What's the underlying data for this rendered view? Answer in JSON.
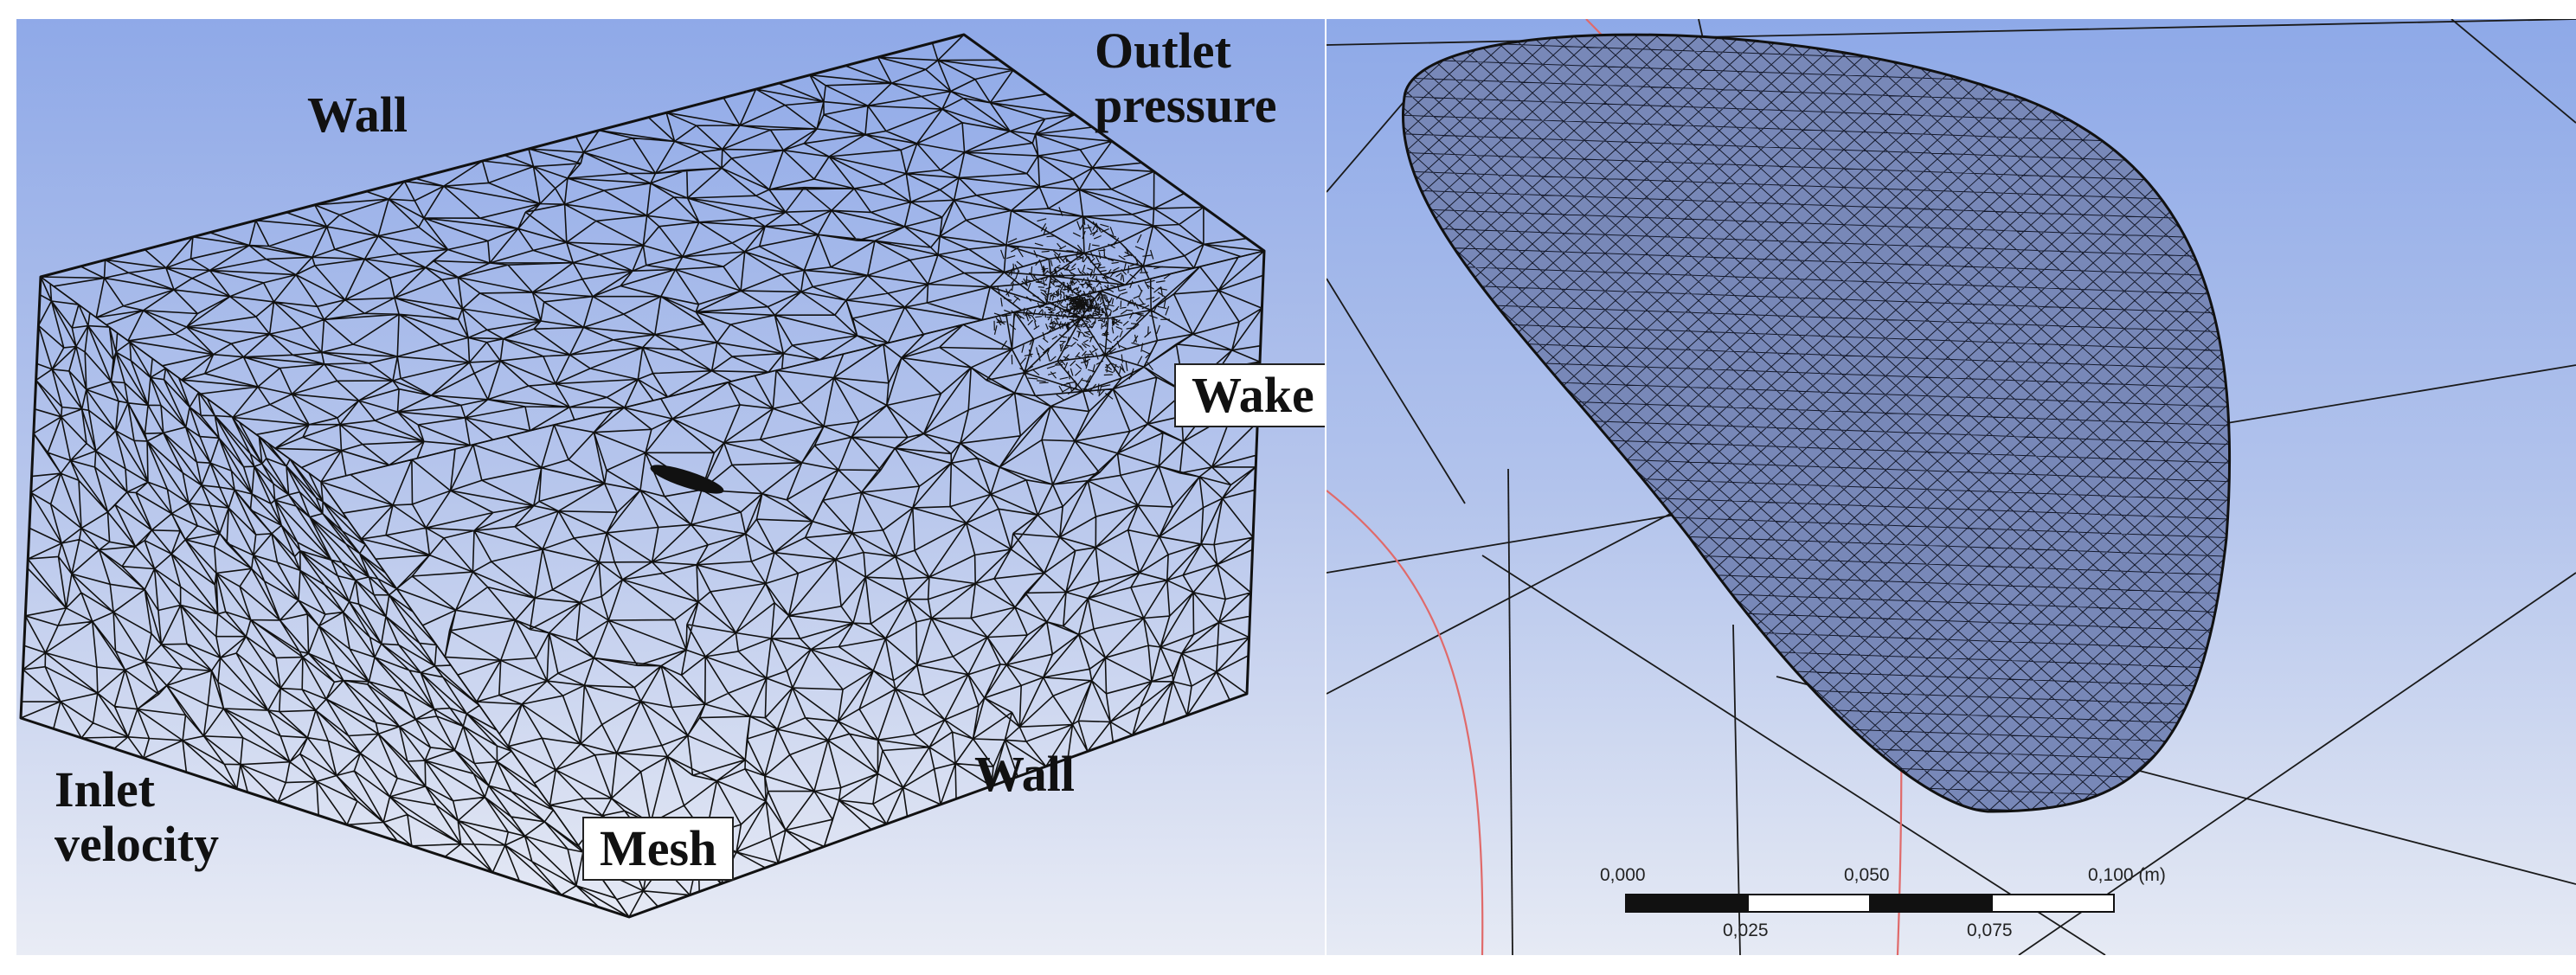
{
  "left_panel": {
    "labels": {
      "wall_top": "Wall",
      "outlet_line1": "Outlet",
      "outlet_line2": "pressure",
      "wake": "Wake",
      "inlet_line1": "Inlet",
      "inlet_line2": "velocity",
      "mesh": "Mesh",
      "wall_bottom": "Wall"
    }
  },
  "right_panel": {
    "scale_bar": {
      "top_ticks": [
        "0,000",
        "0,050",
        "0,100 (m)"
      ],
      "bottom_ticks": [
        "0,025",
        "0,075"
      ]
    }
  },
  "colors": {
    "mesh_line": "#111111",
    "sky_top": "#8fa9e8",
    "sky_bottom": "#e9ecf5",
    "boundary_red": "#e06a6a"
  }
}
